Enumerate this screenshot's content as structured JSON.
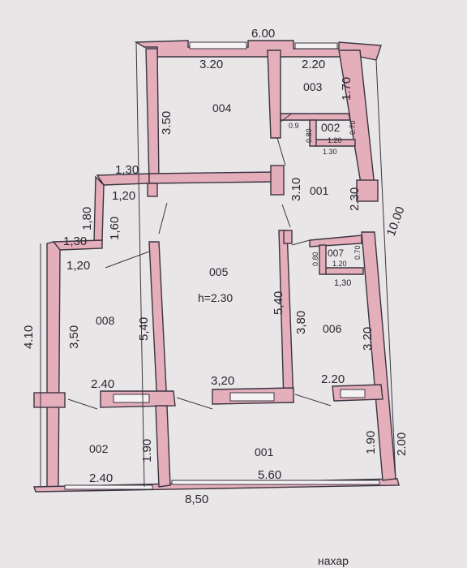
{
  "rooms": {
    "r004": "004",
    "r003": "003",
    "r002_top": "002",
    "r001_top": "001",
    "r005": "005",
    "r005_height": "h=2.30",
    "r007": "007",
    "r008": "008",
    "r006": "006",
    "r002_bottom": "002",
    "r001_bottom": "001"
  },
  "dimensions": {
    "top_total": "6.00",
    "room004_width": "3.20",
    "room004_height": "3.50",
    "room003_width": "2.20",
    "room003_height": "1.70",
    "room002_a": "0.9",
    "room002_b": "0.80",
    "room002_c": "1.20",
    "room002_d": "0.70",
    "room002_e": "1.30",
    "corridor_height": "3.10",
    "right_upper": "2.30",
    "right_total": "10.00",
    "step_130": "1,30",
    "step_120": "1,20",
    "step_180": "1,80",
    "step_160": "1,60",
    "left_130": "1,30",
    "left_120": "1,20",
    "left_total": "4.10",
    "room008_height": "3,50",
    "room008_right": "5,40",
    "room005_right": "5,40",
    "room007_a": "0.80",
    "room007_b": "1.20",
    "room007_c": "0.70",
    "room007_d": "1,30",
    "room006_left": "3,80",
    "room006_right": "3.20",
    "room008_width": "2.40",
    "room005_width": "3,20",
    "room006_width": "2.20",
    "room002b_height": "1.90",
    "room002b_width": "2.40",
    "room001b_width": "5.60",
    "room001b_height": "1.90",
    "bottom_right": "2.00",
    "bottom_total": "8,50"
  },
  "footer_text": "нахар"
}
